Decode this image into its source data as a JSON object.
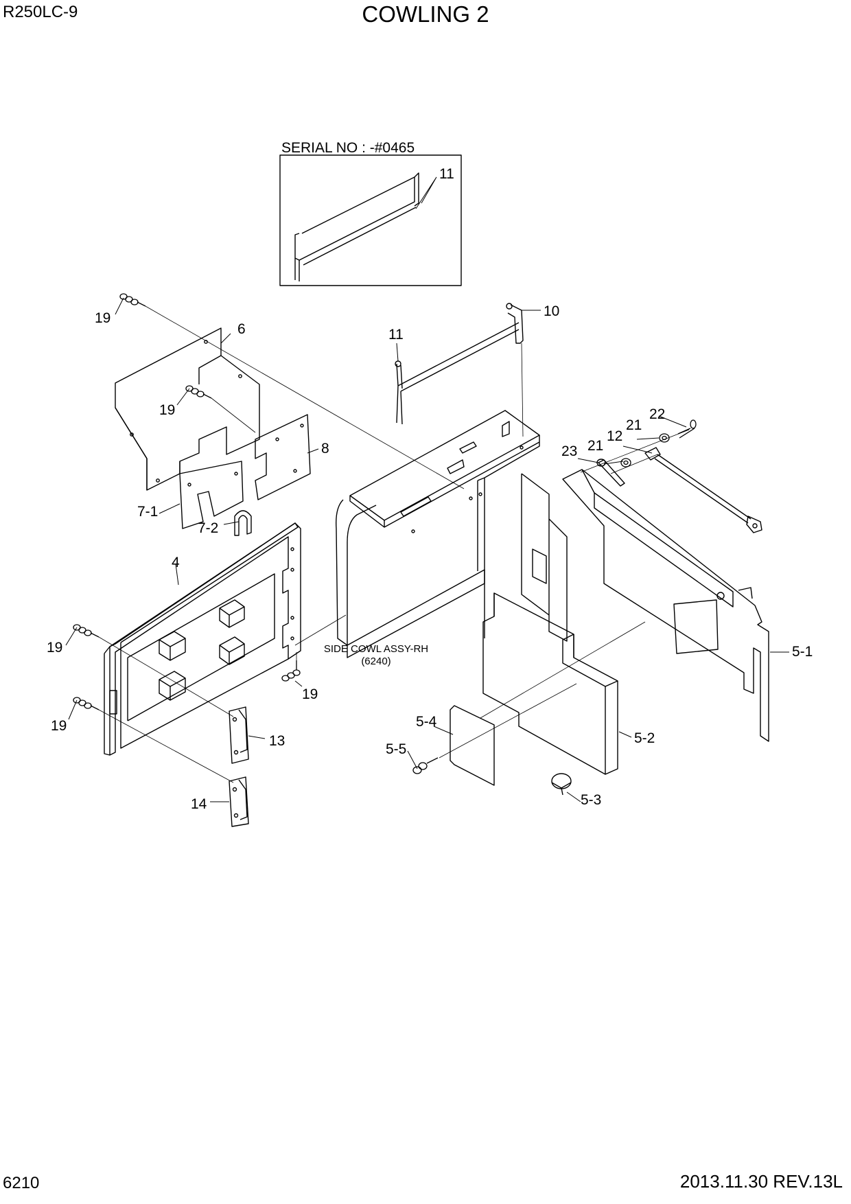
{
  "header": {
    "model": "R250LC-9",
    "title": "COWLING 2"
  },
  "footer": {
    "page_number": "6210",
    "revision": "2013.11.30  REV.13L"
  },
  "inset": {
    "serial_note": "SERIAL NO : -#0465",
    "part_label": "11"
  },
  "notes": {
    "side_cowl_name": "SIDE COWL ASSY-RH",
    "side_cowl_ref": "(6240)"
  },
  "callouts": {
    "c19a": "19",
    "c6": "6",
    "c19b": "19",
    "c8": "8",
    "c71": "7-1",
    "c72": "7-2",
    "c4": "4",
    "c19c": "19",
    "c19d": "19",
    "c19e": "19",
    "c13": "13",
    "c14": "14",
    "c11": "11",
    "c10": "10",
    "c22": "22",
    "c21a": "21",
    "c12": "12",
    "c21b": "21",
    "c23": "23",
    "c51": "5-1",
    "c52": "5-2",
    "c53": "5-3",
    "c54": "5-4",
    "c55": "5-5"
  }
}
